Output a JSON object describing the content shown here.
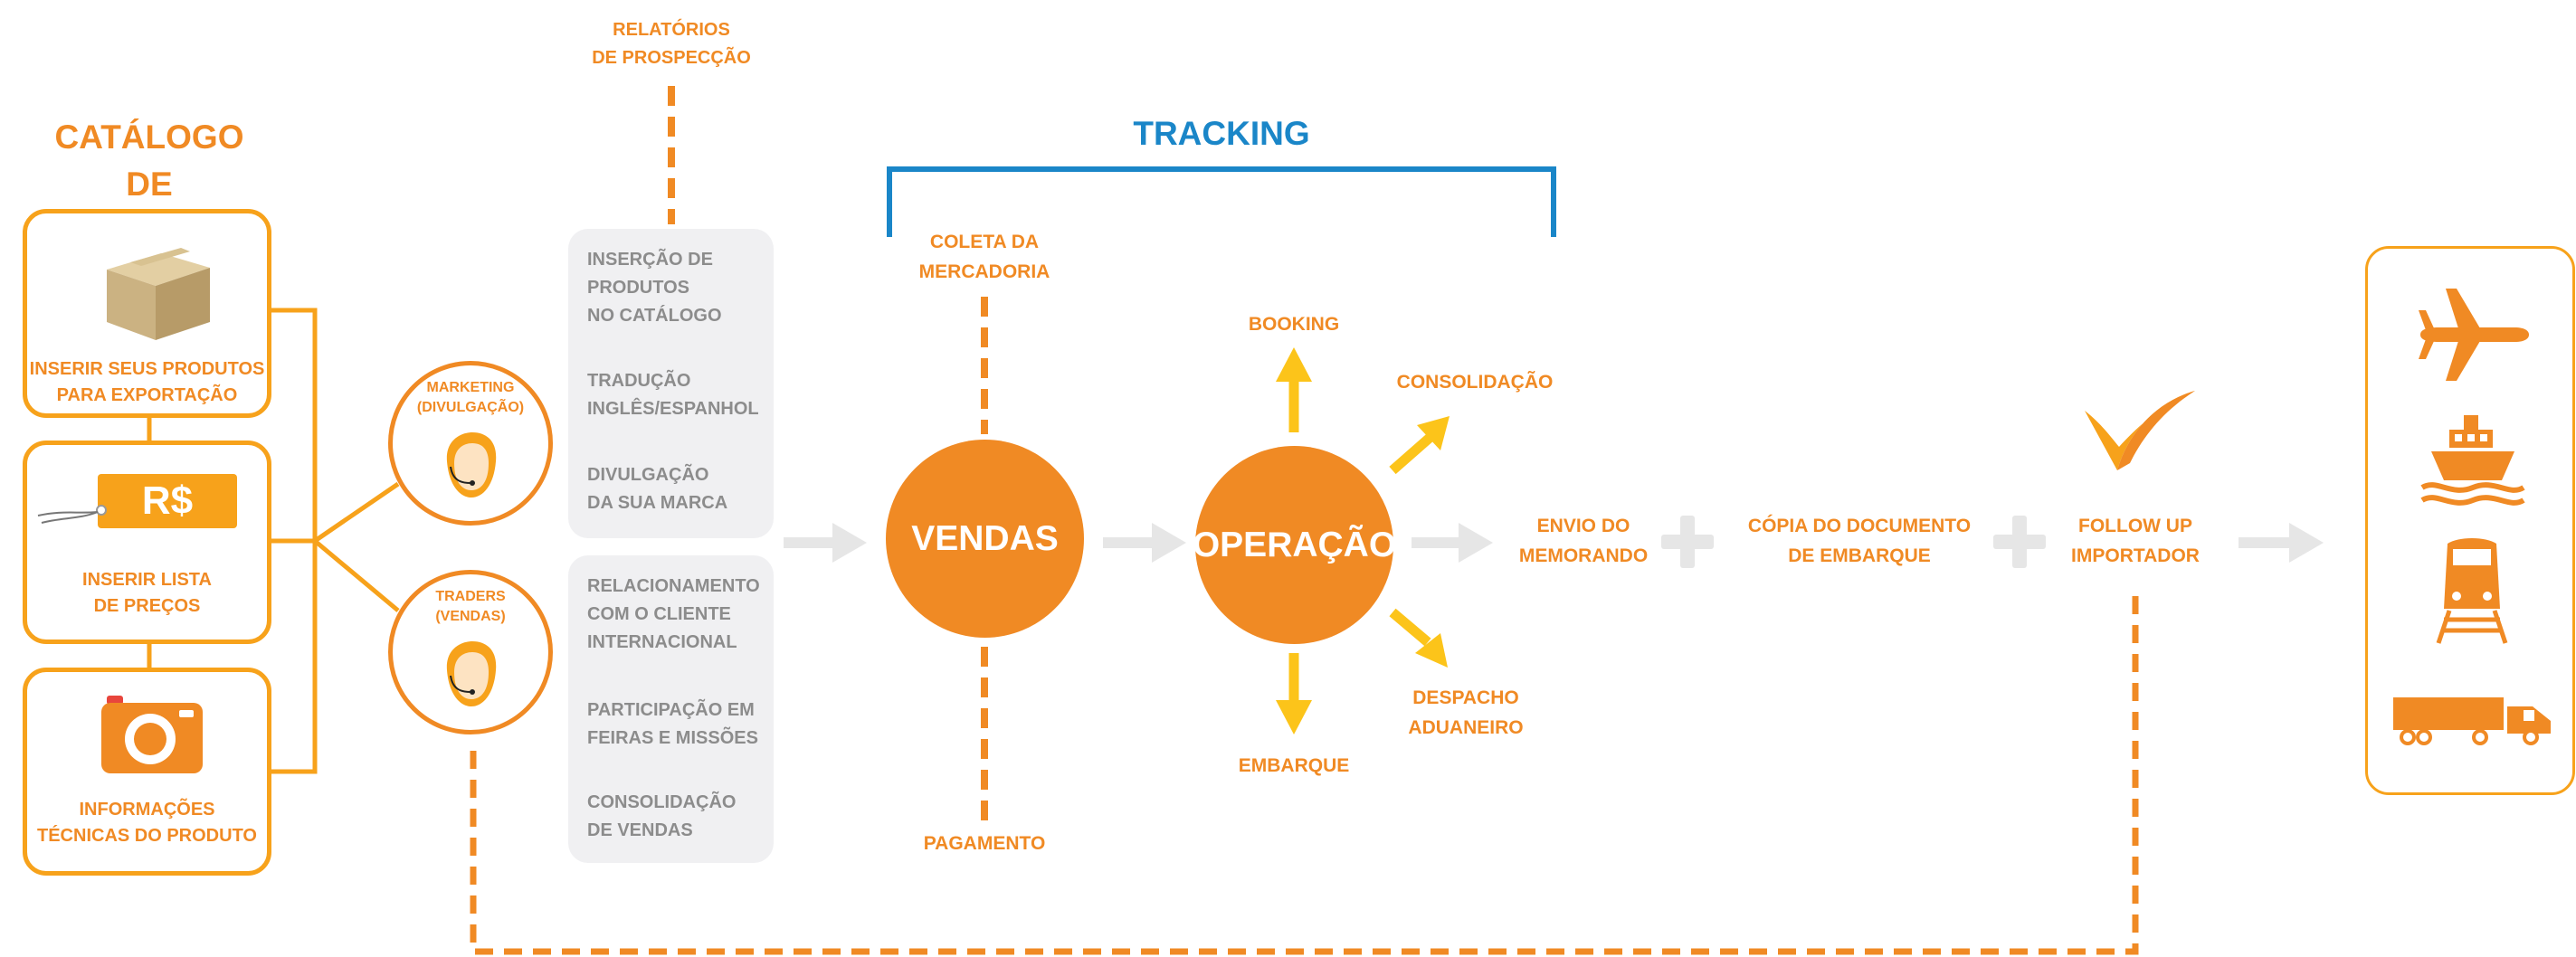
{
  "catalog": {
    "title": "CATÁLOGO\nDE EXPORTAÇÃO",
    "box1_label": "INSERIR SEUS PRODUTOS\nPARA EXPORTAÇÃO",
    "box2_badge": "R$",
    "box2_label": "INSERIR LISTA\nDE PREÇOS",
    "box3_label": "INFORMAÇÕES\nTÉCNICAS DO PRODUTO"
  },
  "people": {
    "marketing": "MARKETING\n(DIVULGAÇÃO)",
    "traders": "TRADERS\n(VENDAS)"
  },
  "reports": "RELATÓRIOS\nDE PROSPECÇÃO",
  "marketing_panel": {
    "item1": "INSERÇÃO DE\nPRODUTOS\nNO CATÁLOGO",
    "item2": "TRADUÇÃO\nINGLÊS/ESPANHOL",
    "item3": "DIVULGAÇÃO\nDA SUA MARCA"
  },
  "sales_panel": {
    "item1": "RELACIONAMENTO\nCOM O CLIENTE\nINTERNACIONAL",
    "item2": "PARTICIPAÇÃO EM\nFEIRAS E MISSÕES",
    "item3": "CONSOLIDAÇÃO\nDE VENDAS"
  },
  "tracking": "TRACKING",
  "coleta": "COLETA DA\nMERCADORIA",
  "vendas": "VENDAS",
  "pagamento": "PAGAMENTO",
  "operacao": "OPERAÇÃO",
  "operation_steps": {
    "booking": "BOOKING",
    "consolidacao": "CONSOLIDAÇÃO",
    "despacho": "DESPACHO\nADUANEIRO",
    "embarque": "EMBARQUE"
  },
  "envio": "ENVIO DO\nMEMORANDO",
  "copia": "CÓPIA DO DOCUMENTO\nDE EMBARQUE",
  "followup": "FOLLOW UP\nIMPORTADOR",
  "transport_icons": [
    "airplane-icon",
    "ship-icon",
    "train-icon",
    "truck-icon"
  ],
  "colors": {
    "orange": "#f08a24",
    "light_orange": "#f7a21b",
    "yellow": "#fcc41a",
    "blue": "#1a86c8",
    "gray_arrow": "#e6e6e6",
    "gray_panel": "#f0f0f2",
    "gray_text": "#8c8c8c"
  }
}
